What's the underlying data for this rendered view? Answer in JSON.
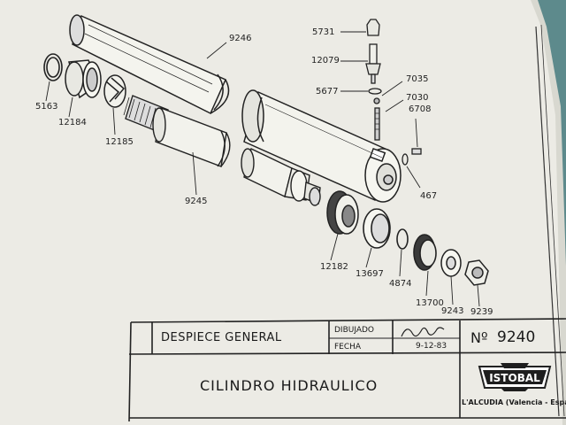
{
  "parts": [
    {
      "code": "9246"
    },
    {
      "code": "5731"
    },
    {
      "code": "12079"
    },
    {
      "code": "5677"
    },
    {
      "code": "7035"
    },
    {
      "code": "7030"
    },
    {
      "code": "6708"
    },
    {
      "code": "5163"
    },
    {
      "code": "12184"
    },
    {
      "code": "12185"
    },
    {
      "code": "9245"
    },
    {
      "code": "467"
    },
    {
      "code": "12182"
    },
    {
      "code": "13697"
    },
    {
      "code": "4874"
    },
    {
      "code": "13700"
    },
    {
      "code": "9243"
    },
    {
      "code": "9239"
    }
  ],
  "title_block": {
    "heading": "DESPIECE GENERAL",
    "dibujado_label": "DIBUJADO",
    "fecha_label": "FECHA",
    "date": "9-12-83",
    "number_prefix": "Nº",
    "number": "9240",
    "part_title": "CILINDRO  HIDRAULICO",
    "company": "ISTOBAL",
    "location": "L'ALCUDIA (Valencia - Espa"
  },
  "colors": {
    "paper": "#ecebe5",
    "ink": "#1e1e1e",
    "background": "#5d8a8c"
  }
}
